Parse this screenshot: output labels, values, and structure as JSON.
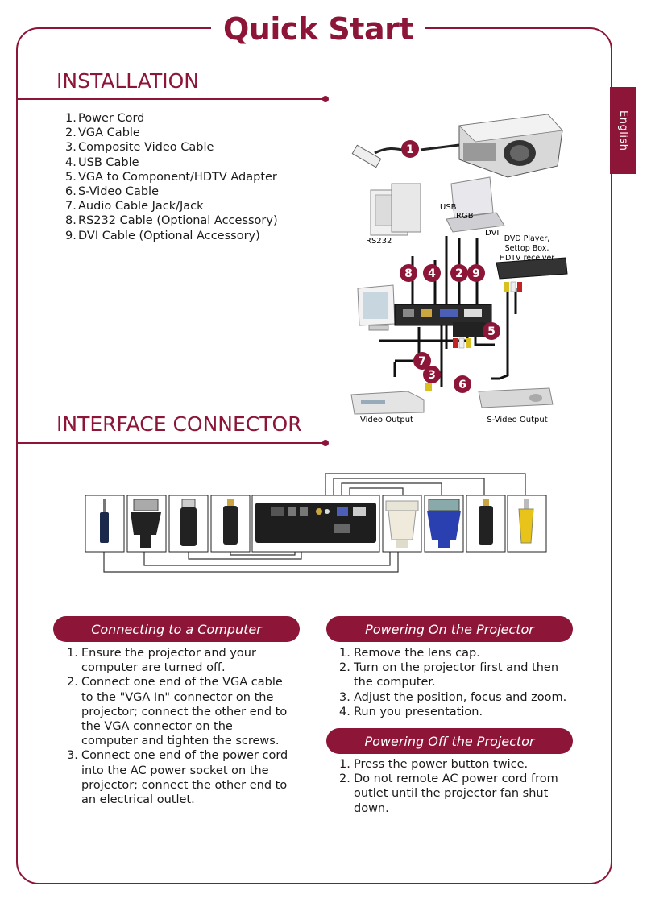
{
  "header": {
    "title": "Quick Start",
    "side_tab": "English"
  },
  "installation": {
    "heading": "INSTALLATION",
    "items": [
      {
        "num": "1.",
        "text": "Power Cord"
      },
      {
        "num": "2.",
        "text": "VGA Cable"
      },
      {
        "num": "3.",
        "text": "Composite Video Cable"
      },
      {
        "num": "4.",
        "text": "USB Cable"
      },
      {
        "num": "5.",
        "text": "VGA to Component/HDTV Adapter"
      },
      {
        "num": "6.",
        "text": "S-Video Cable"
      },
      {
        "num": "7.",
        "text": "Audio Cable Jack/Jack"
      },
      {
        "num": "8.",
        "text": "RS232 Cable (Optional Accessory)"
      },
      {
        "num": "9.",
        "text": "DVI Cable (Optional Accessory)"
      }
    ],
    "diagram_labels": {
      "usb": "USB",
      "rgb": "RGB",
      "dvi": "DVI",
      "rs232": "RS232",
      "dvd1": "DVD Player,",
      "dvd2": "Settop Box,",
      "dvd3": "HDTV receiver",
      "video_output": "Video Output",
      "svideo_output": "S-Video Output"
    },
    "badges": [
      "1",
      "2",
      "3",
      "4",
      "5",
      "6",
      "7",
      "8",
      "9"
    ]
  },
  "interface": {
    "heading": "INTERFACE CONNECTOR"
  },
  "connecting": {
    "title": "Connecting to a Computer",
    "steps": [
      {
        "num": "1.",
        "text": "Ensure the projector and your computer are turned off."
      },
      {
        "num": "2.",
        "text": "Connect one end of the VGA cable to the \"VGA In\" connector on the projector; connect the other end to the VGA connector on the computer and tighten the screws."
      },
      {
        "num": "3.",
        "text": "Connect one end of the power cord into the AC power socket on the projector; connect the other end to an electrical outlet."
      }
    ]
  },
  "powering_on": {
    "title": "Powering On the Projector",
    "steps": [
      {
        "num": "1.",
        "text": "Remove the lens cap."
      },
      {
        "num": "2.",
        "text": "Turn on the projector first and then the computer."
      },
      {
        "num": "3.",
        "text": "Adjust the position, focus and zoom."
      },
      {
        "num": "4.",
        "text": "Run you presentation."
      }
    ]
  },
  "powering_off": {
    "title": "Powering Off the Projector",
    "steps": [
      {
        "num": "1.",
        "text": "Press the power button twice."
      },
      {
        "num": "2.",
        "text": "Do not remote AC power cord from outlet until the projector fan shut down."
      }
    ]
  },
  "colors": {
    "accent": "#8c1538"
  }
}
